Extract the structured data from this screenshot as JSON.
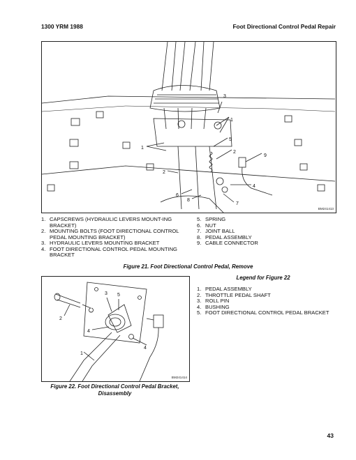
{
  "header": {
    "left": "1300 YRM 1988",
    "right": "Foot Directional Control Pedal Repair"
  },
  "figure21": {
    "id_code": "BM241413",
    "callouts": [
      "1",
      "1",
      "2",
      "2",
      "3",
      "4",
      "5",
      "6",
      "7",
      "8",
      "9"
    ],
    "legend_left": [
      {
        "num": "1.",
        "text": "CAPSCREWS (HYDRAULIC LEVERS MOUNT-ING BRACKET)"
      },
      {
        "num": "2.",
        "text": "MOUNTING BOLTS (FOOT DIRECTIONAL CONTROL PEDAL MOUNTING BRACKET)"
      },
      {
        "num": "3.",
        "text": "HYDRAULIC LEVERS MOUNTING BRACKET"
      },
      {
        "num": "4.",
        "text": "FOOT DIRECTIONAL CONTROL PEDAL MOUNTING BRACKET"
      }
    ],
    "legend_right": [
      {
        "num": "5.",
        "text": "SPRING"
      },
      {
        "num": "6.",
        "text": "NUT"
      },
      {
        "num": "7.",
        "text": "JOINT BALL"
      },
      {
        "num": "8.",
        "text": "PEDAL ASSEMBLY"
      },
      {
        "num": "9.",
        "text": "CABLE CONNECTOR"
      }
    ],
    "caption": "Figure 21. Foot Directional Control Pedal, Remove"
  },
  "figure22": {
    "id_code": "BM241414",
    "callouts": [
      "1",
      "2",
      "3",
      "4",
      "4",
      "5"
    ],
    "legend_title": "Legend for Figure 22",
    "legend": [
      {
        "num": "1.",
        "text": "PEDAL ASSEMBLY"
      },
      {
        "num": "2.",
        "text": "THROTTLE PEDAL SHAFT"
      },
      {
        "num": "3.",
        "text": "ROLL PIN"
      },
      {
        "num": "4.",
        "text": "BUSHING"
      },
      {
        "num": "5.",
        "text": "FOOT DIRECTIONAL CONTROL PEDAL BRACKET"
      }
    ],
    "caption_line1": "Figure 22. Foot Directional Control Pedal Bracket,",
    "caption_line2": "Disassembly"
  },
  "page_number": "43"
}
